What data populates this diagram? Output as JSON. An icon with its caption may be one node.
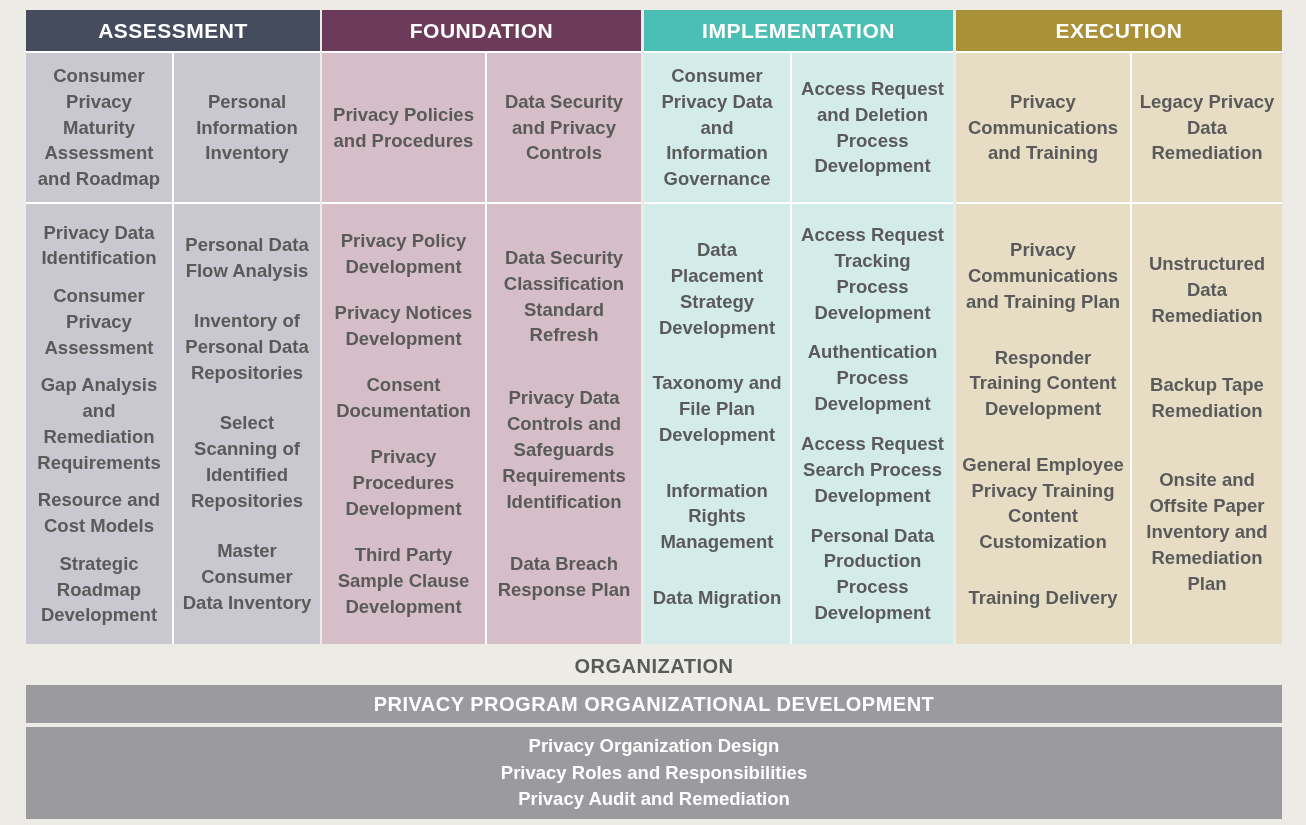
{
  "diagram": {
    "nodes": [
      {
        "text": [
          "ASSESSMENT"
        ]
      },
      {
        "text": [
          "Consumer Privacy Maturity Assessment and Roadmap"
        ],
        "in": 0
      },
      {
        "text": [
          "Personal Information Inventory"
        ],
        "in": 0
      },
      {
        "text": [
          "Privacy Data Identification",
          "Consumer Privacy Assessment",
          "Gap Analysis and Remediation Requirements",
          "Resource and Cost Models",
          "Strategic Roadmap Development"
        ],
        "in": 0
      },
      {
        "text": [
          "Personal Data Flow Analysis",
          "Inventory of Personal Data Repositories",
          "Select Scanning of Identified Repositories",
          "Master Consumer Data Inventory"
        ],
        "in": 0
      },
      {
        "text": [
          "FOUNDATION"
        ]
      },
      {
        "text": [
          "Privacy Policies and Procedures"
        ],
        "in": 5
      },
      {
        "text": [
          "Data Security and Privacy Controls"
        ],
        "in": 5
      },
      {
        "text": [
          "Privacy Policy Development",
          "Privacy Notices Development",
          "Consent Documentation",
          "Privacy Procedures Development",
          "Third Party Sample Clause Development"
        ],
        "in": 5
      },
      {
        "text": [
          "Data Security Classification Standard Refresh",
          "Privacy Data Controls and Safeguards Requirements Identification",
          "Data Breach Response Plan"
        ],
        "in": 5
      },
      {
        "text": [
          "IMPLEMENTATION"
        ]
      },
      {
        "text": [
          "Consumer Privacy Data and Information Governance"
        ],
        "in": 10
      },
      {
        "text": [
          "Access Request and Deletion Process Development"
        ],
        "in": 10
      },
      {
        "text": [
          "Data Placement Strategy Development",
          "Taxonomy and File Plan Development",
          "Information Rights Management",
          "Data Migration"
        ],
        "in": 10
      },
      {
        "text": [
          "Access Request Tracking Process Development",
          "Authentication Process Development",
          "Access Request Search Process Development",
          "Personal Data Production Process Development"
        ],
        "in": 10
      },
      {
        "text": [
          "EXECUTION"
        ]
      },
      {
        "text": [
          "Privacy Communications and Training"
        ],
        "in": 15
      },
      {
        "text": [
          "Legacy Privacy Data Remediation"
        ],
        "in": 15
      },
      {
        "text": [
          "Privacy Communications and Training Plan",
          "Responder Training Content Development",
          "General Employee Privacy Training Content Customization",
          "Training Delivery"
        ],
        "in": 15
      },
      {
        "text": [
          "Unstructured Data Remediation",
          "Backup Tape Remediation",
          "Onsite and Offsite Paper Inventory and Remediation Plan"
        ],
        "in": 15
      },
      {
        "text": [
          "ORGANIZATION"
        ]
      },
      {
        "text": [
          "PRIVACY PROGRAM ORGANIZATIONAL DEVELOPMENT"
        ],
        "in": 20
      },
      {
        "text": [
          "Privacy Organization Design",
          "Privacy Roles and Responsibilities",
          "Privacy Audit and Remediation"
        ],
        "in": 20
      }
    ],
    "edges": []
  }
}
